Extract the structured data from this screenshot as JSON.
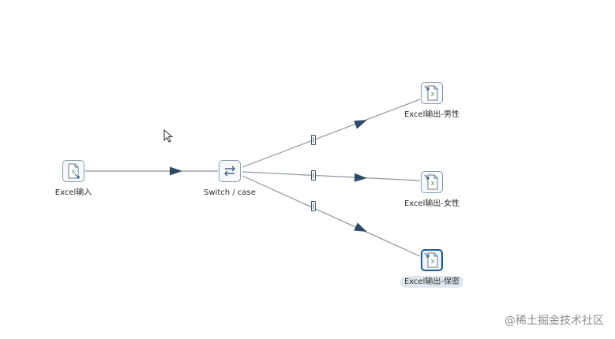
{
  "nodes": {
    "excel_input": {
      "label": "Excel输入",
      "icon": "excel-input-icon"
    },
    "switch_case": {
      "label": "Switch / case",
      "icon": "switch-arrows-icon"
    },
    "excel_output_male": {
      "label": "Excel输出-男性",
      "icon": "excel-output-icon"
    },
    "excel_output_female": {
      "label": "Excel输出-女性",
      "icon": "excel-output-icon"
    },
    "excel_output_secret": {
      "label": "Excel输出-保密",
      "icon": "excel-output-icon",
      "selected": true
    }
  },
  "colors": {
    "hop_line": "#8d979f",
    "arrow_head": "#2f4a66",
    "selected_border": "#1f5a96",
    "excel_green": "#3a8a4c"
  },
  "cursor_icon": "mouse-pointer-icon",
  "watermark": "@稀土掘金技术社区"
}
